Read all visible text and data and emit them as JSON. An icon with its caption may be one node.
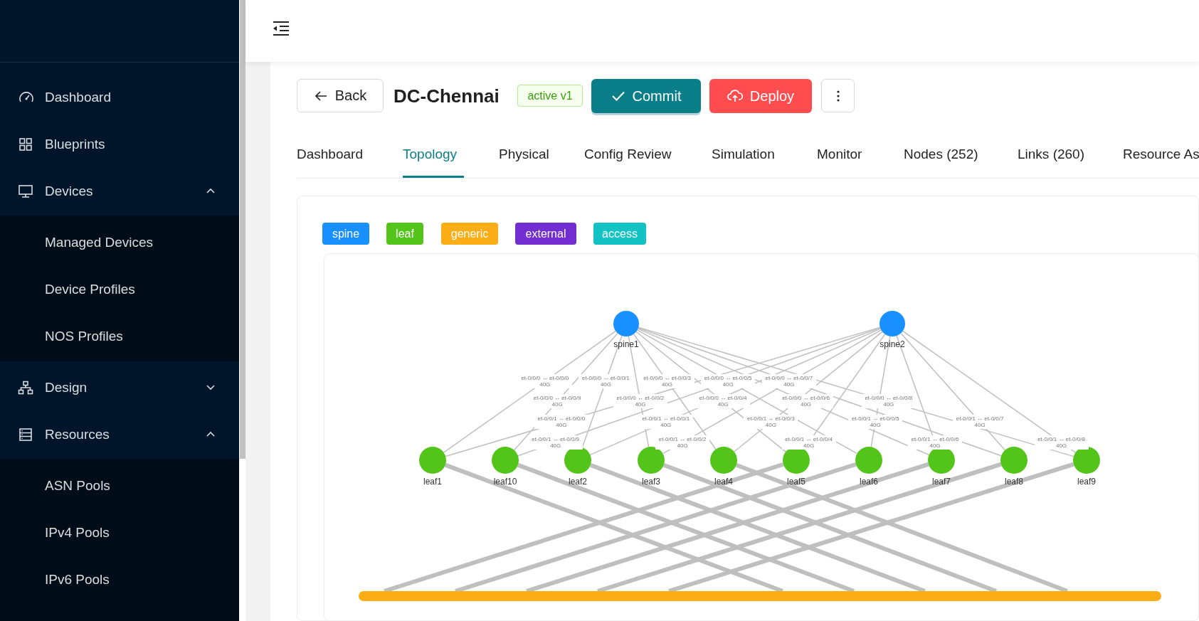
{
  "diagram": {
    "title": "DC-Chennai",
    "nodes": [
      {
        "text": [
          "spine1"
        ]
      },
      {
        "text": [
          "spine2"
        ]
      },
      {
        "text": [
          "leaf1"
        ]
      },
      {
        "text": [
          "leaf10"
        ]
      },
      {
        "text": [
          "leaf2"
        ]
      },
      {
        "text": [
          "leaf3"
        ]
      },
      {
        "text": [
          "leaf4"
        ]
      },
      {
        "text": [
          "leaf5"
        ]
      },
      {
        "text": [
          "leaf6"
        ]
      },
      {
        "text": [
          "leaf7"
        ]
      },
      {
        "text": [
          "leaf8"
        ]
      },
      {
        "text": [
          "leaf9"
        ]
      },
      {
        "text": [],
        "shape": "bar"
      }
    ],
    "edges": [
      {
        "from": 0,
        "to": 2,
        "arrow": "none",
        "label": "et-0/0/0 ↔ et-0/0/0 40G"
      },
      {
        "from": 0,
        "to": 3,
        "arrow": "none",
        "label": "et-0/0/0 ↔ et-0/0/9 40G"
      },
      {
        "from": 0,
        "to": 4,
        "arrow": "none",
        "label": "et-0/0/0 ↔ et-0/0/1 40G"
      },
      {
        "from": 0,
        "to": 5,
        "arrow": "none",
        "label": "et-0/0/0 ↔ et-0/0/2 40G"
      },
      {
        "from": 0,
        "to": 6,
        "arrow": "none",
        "label": "et-0/0/0 ↔ et-0/0/3 40G"
      },
      {
        "from": 0,
        "to": 7,
        "arrow": "none",
        "label": "et-0/0/0 ↔ et-0/0/4 40G"
      },
      {
        "from": 0,
        "to": 8,
        "arrow": "none",
        "label": "et-0/0/0 ↔ et-0/0/5 40G"
      },
      {
        "from": 0,
        "to": 9,
        "arrow": "none",
        "label": "et-0/0/0 ↔ et-0/0/6 40G"
      },
      {
        "from": 0,
        "to": 10,
        "arrow": "none",
        "label": "et-0/0/0 ↔ et-0/0/7 40G"
      },
      {
        "from": 0,
        "to": 11,
        "arrow": "none",
        "label": "et-0/0/0 ↔ et-0/0/8 40G"
      },
      {
        "from": 1,
        "to": 2,
        "arrow": "none",
        "label": "et-0/0/1 ↔ et-0/0/0 40G"
      },
      {
        "from": 1,
        "to": 3,
        "arrow": "none",
        "label": "et-0/0/1 ↔ et-0/0/9 40G"
      },
      {
        "from": 1,
        "to": 4,
        "arrow": "none",
        "label": "et-0/0/1 ↔ et-0/0/1 40G"
      },
      {
        "from": 1,
        "to": 5,
        "arrow": "none",
        "label": "et-0/0/1 ↔ et-0/0/2 40G"
      },
      {
        "from": 1,
        "to": 6,
        "arrow": "none",
        "label": "et-0/0/1 ↔ et-0/0/3 40G"
      },
      {
        "from": 1,
        "to": 7,
        "arrow": "none",
        "label": "et-0/0/1 ↔ et-0/0/4 40G"
      },
      {
        "from": 1,
        "to": 8,
        "arrow": "none",
        "label": "et-0/0/1 ↔ et-0/0/5 40G"
      },
      {
        "from": 1,
        "to": 9,
        "arrow": "none",
        "label": "et-0/0/1 ↔ et-0/0/6 40G"
      },
      {
        "from": 1,
        "to": 10,
        "arrow": "none",
        "label": "et-0/0/1 ↔ et-0/0/7 40G"
      },
      {
        "from": 1,
        "to": 11,
        "arrow": "none",
        "label": "et-0/0/1 ↔ et-0/0/8 40G"
      },
      {
        "from": 2,
        "to": 12,
        "arrow": "none",
        "style": "thick"
      },
      {
        "from": 3,
        "to": 12,
        "arrow": "none",
        "style": "thick"
      },
      {
        "from": 4,
        "to": 12,
        "arrow": "none",
        "style": "thick"
      },
      {
        "from": 5,
        "to": 12,
        "arrow": "none",
        "style": "thick"
      },
      {
        "from": 6,
        "to": 12,
        "arrow": "none",
        "style": "thick"
      },
      {
        "from": 7,
        "to": 12,
        "arrow": "none",
        "style": "thick"
      },
      {
        "from": 8,
        "to": 12,
        "arrow": "none",
        "style": "thick"
      },
      {
        "from": 9,
        "to": 12,
        "arrow": "none",
        "style": "thick"
      },
      {
        "from": 10,
        "to": 12,
        "arrow": "none",
        "style": "thick"
      },
      {
        "from": 11,
        "to": 12,
        "arrow": "none",
        "style": "thick"
      }
    ],
    "labels": [
      "Dashboard",
      "Blueprints",
      "Devices",
      "Managed Devices",
      "Device Profiles",
      "NOS Profiles",
      "Design",
      "Resources",
      "ASN Pools",
      "IPv4 Pools",
      "IPv6 Pools",
      "Back",
      "active v1",
      "Commit",
      "Deploy",
      "Dashboard",
      "Topology",
      "Physical",
      "Config Review",
      "Simulation",
      "Monitor",
      "Nodes (252)",
      "Links (260)",
      "Resource As"
    ],
    "legend": [
      {
        "text": "spine",
        "color": "#1890ff"
      },
      {
        "text": "leaf",
        "color": "#52c41a"
      },
      {
        "text": "generic",
        "color": "#faad14"
      },
      {
        "text": "external",
        "color": "#722ed1"
      },
      {
        "text": "access",
        "color": "#13c2c2"
      }
    ]
  }
}
